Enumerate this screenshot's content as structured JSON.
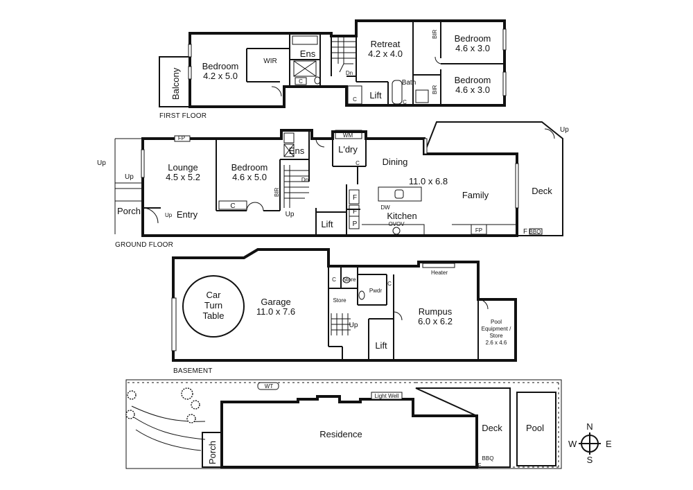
{
  "first_floor": {
    "caption": "FIRST FLOOR",
    "balcony": "Balcony",
    "bedroom1": {
      "name": "Bedroom",
      "size": "4.2 x 5.0"
    },
    "wir": "WIR",
    "ens": "Ens",
    "retreat": {
      "name": "Retreat",
      "size": "4.2 x 4.0"
    },
    "dn": "Dn",
    "lift": "Lift",
    "bath": "Bath",
    "bir_1": "BIR",
    "bir_2": "BIR",
    "bedroom2": {
      "name": "Bedroom",
      "size": "4.6 x 3.0"
    },
    "bedroom3": {
      "name": "Bedroom",
      "size": "4.6 x 3.0"
    },
    "c_1": "C",
    "c_2": "C",
    "c_3": "C"
  },
  "ground_floor": {
    "caption": "GROUND FLOOR",
    "up_1": "Up",
    "up_2": "Up",
    "up_3": "Up",
    "up_4": "Up",
    "up_5": "Up",
    "fp_1": "FP",
    "fp_2": "FP",
    "lounge": {
      "name": "Lounge",
      "size": "4.5 x 5.2"
    },
    "porch": "Porch",
    "entry": "Entry",
    "bedroom": {
      "name": "Bedroom",
      "size": "4.6 x 5.0"
    },
    "c": "C",
    "bir": "BIR",
    "ens": "Ens",
    "dn": "Dn",
    "ldry": "L'dry",
    "wm": "WM",
    "c2": "C",
    "dining": "Dining",
    "family_size": "11.0 x 6.8",
    "family": "Family",
    "kitchen": "Kitchen",
    "dw": "DW",
    "ovov": "OVOV",
    "f_1": "F",
    "f_2": "F",
    "f_3": "F",
    "p": "P",
    "lift": "Lift",
    "deck": "Deck",
    "bbq": "BBQ"
  },
  "basement": {
    "caption": "BASEMENT",
    "turntable": [
      "Car",
      "Turn",
      "Table"
    ],
    "garage": {
      "name": "Garage",
      "size": "11.0 x 7.6"
    },
    "c_1": "C",
    "store_1": "Store",
    "store_2": "Store",
    "pwdr": "Pwdr",
    "c_2": "C",
    "up": "Up",
    "lift": "Lift",
    "heater": "Heater",
    "rumpus": {
      "name": "Rumpus",
      "size": "6.0 x 6.2"
    },
    "pool_equipment": [
      "Pool",
      "Equipment /",
      "Store",
      "2.6 x 4.6"
    ]
  },
  "site": {
    "wt": "WT",
    "light_well": "Light Well",
    "residence": "Residence",
    "porch": "Porch",
    "deck": "Deck",
    "pool": "Pool",
    "bbq": "BBQ",
    "f": "F"
  },
  "compass": {
    "n": "N",
    "s": "S",
    "e": "E",
    "w": "W"
  }
}
